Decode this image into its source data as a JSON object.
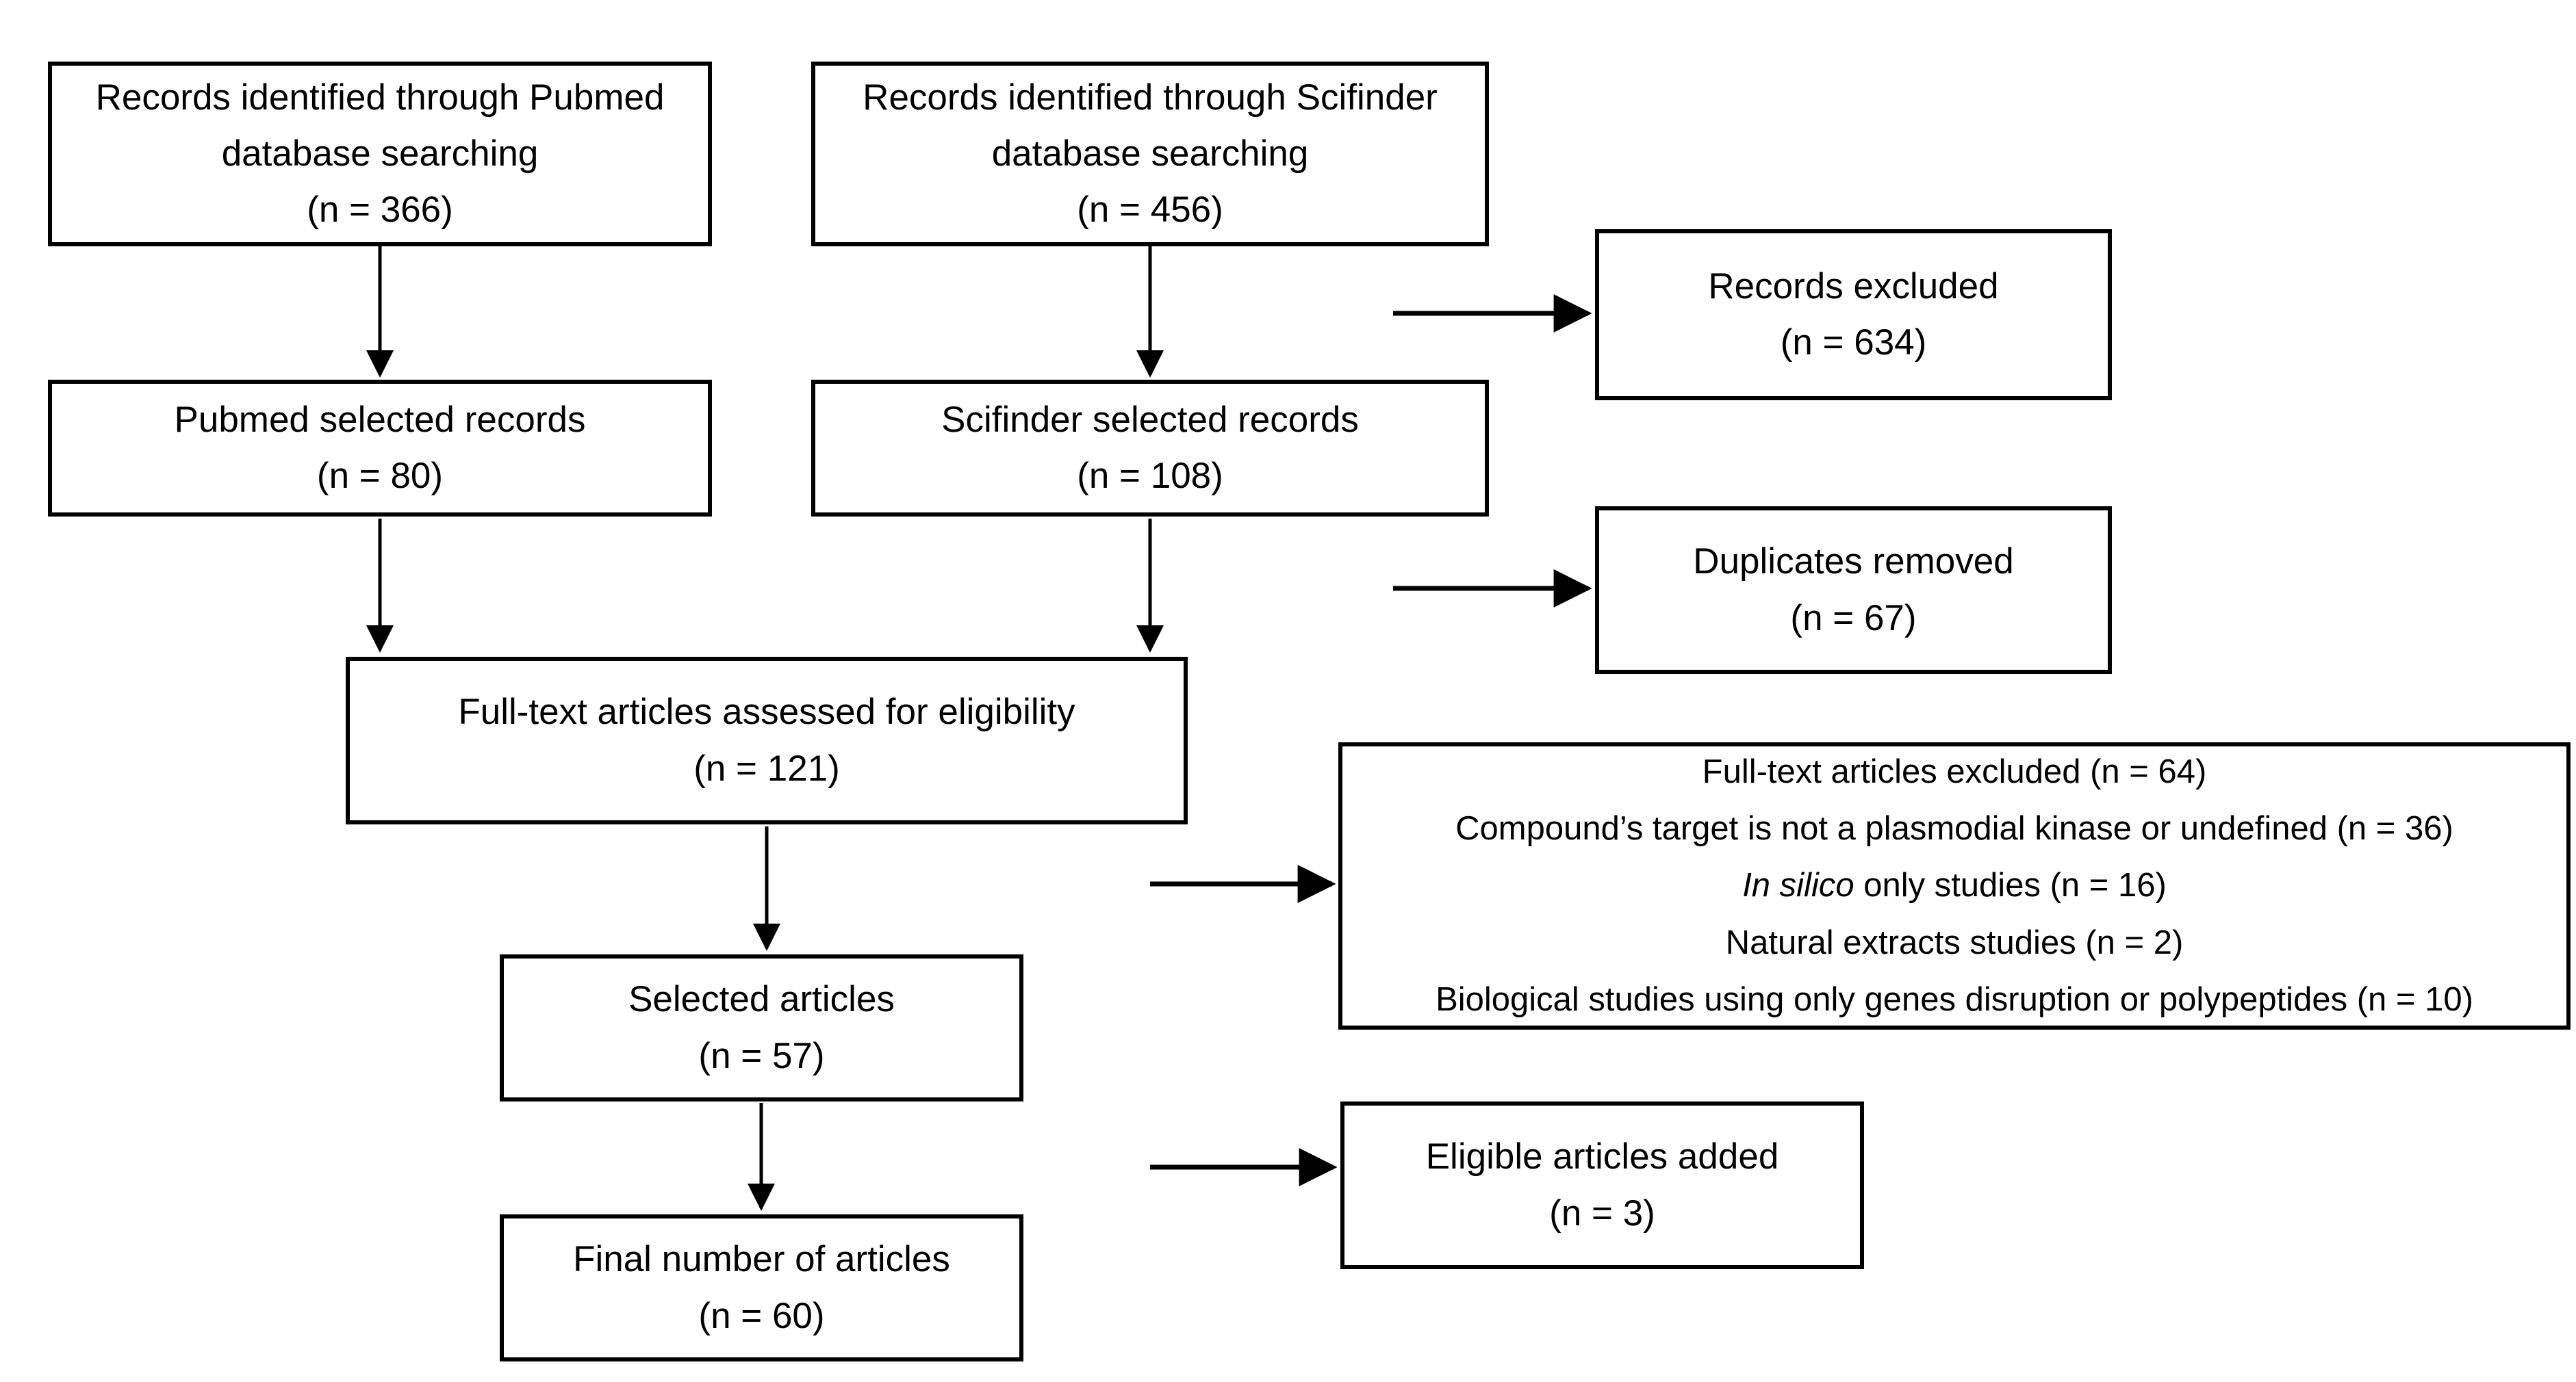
{
  "meta": {
    "title": "Article selection flow diagram",
    "type": "flowchart",
    "colors": {
      "border": "#000000",
      "background": "#ffffff",
      "text": "#000000"
    }
  },
  "boxes": {
    "pubmed_identified": {
      "lines": [
        "Records identified through Pubmed",
        "database searching",
        "(n = 366)"
      ]
    },
    "scifinder_identified": {
      "lines": [
        "Records identified through Scifinder",
        "database searching",
        "(n = 456)"
      ]
    },
    "records_excluded": {
      "lines": [
        "Records excluded",
        "(n = 634)"
      ]
    },
    "pubmed_selected": {
      "lines": [
        "Pubmed selected records",
        "(n = 80)"
      ]
    },
    "scifinder_selected": {
      "lines": [
        "Scifinder selected records",
        "(n = 108)"
      ]
    },
    "duplicates_removed": {
      "lines": [
        "Duplicates removed",
        "(n = 67)"
      ]
    },
    "fulltext_assessed": {
      "lines": [
        "Full-text articles assessed for eligibility",
        "(n = 121)"
      ]
    },
    "fulltext_excluded": {
      "line1": "Full-text articles excluded (n =  64)",
      "line2": "Compound’s target is not a plasmodial kinase or undefined (n = 36)",
      "line3_italic": "In silico",
      "line3_rest": " only studies (n = 16)",
      "line4": "Natural extracts studies (n = 2)",
      "line5": "Biological studies using only genes disruption or polypeptides (n = 10)"
    },
    "selected_articles": {
      "lines": [
        "Selected articles",
        "(n = 57)"
      ]
    },
    "eligible_added": {
      "lines": [
        "Eligible articles added",
        "(n = 3)"
      ]
    },
    "final_articles": {
      "lines": [
        "Final number of articles",
        "(n =  60)"
      ]
    }
  }
}
